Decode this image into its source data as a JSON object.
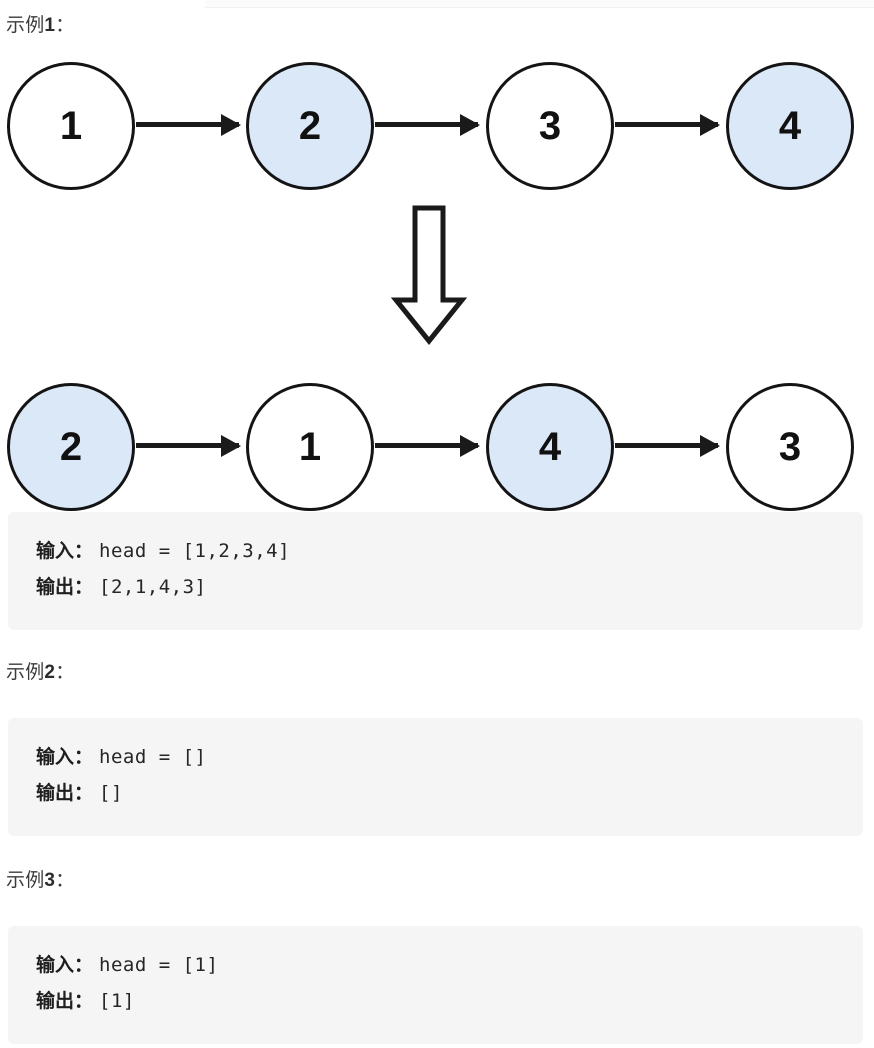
{
  "colors": {
    "page_bg": "#ffffff",
    "box_bg": "#f5f5f5",
    "node_highlight": "#dbe8f8",
    "node_stroke": "#141414",
    "text": "#262626"
  },
  "examples": [
    {
      "heading_prefix": "示例",
      "heading_index": "1",
      "heading_colon": "：",
      "input_label": "输入：",
      "input_value": "head = [1,2,3,4]",
      "output_label": "输出：",
      "output_value": "[2,1,4,3]"
    },
    {
      "heading_prefix": "示例",
      "heading_index": "2",
      "heading_colon": "：",
      "input_label": "输入：",
      "input_value": "head = []",
      "output_label": "输出：",
      "output_value": "[]"
    },
    {
      "heading_prefix": "示例",
      "heading_index": "3",
      "heading_colon": "：",
      "input_label": "输入：",
      "input_value": "head = [1]",
      "output_label": "输出：",
      "output_value": "[1]"
    }
  ],
  "diagram": {
    "before": {
      "nodes": [
        {
          "value": "1",
          "highlighted": false
        },
        {
          "value": "2",
          "highlighted": true
        },
        {
          "value": "3",
          "highlighted": false
        },
        {
          "value": "4",
          "highlighted": true
        }
      ]
    },
    "transform_icon": "down-arrow-icon",
    "after": {
      "nodes": [
        {
          "value": "2",
          "highlighted": true
        },
        {
          "value": "1",
          "highlighted": false
        },
        {
          "value": "4",
          "highlighted": true
        },
        {
          "value": "3",
          "highlighted": false
        }
      ]
    }
  }
}
